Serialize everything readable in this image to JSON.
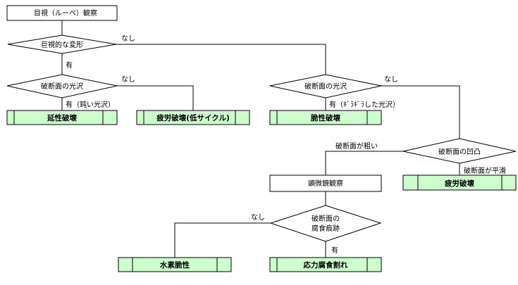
{
  "nodes": {
    "visual_inspection": "目視（ルーペ）観察",
    "macro_deformation": "巨視的な変形",
    "fracture_luster_left": "破断面の光沢",
    "fracture_luster_right": "破断面の光沢",
    "fracture_unevenness": "破断面の凹凸",
    "microscope_observation": "顕微鏡観察",
    "corrosion_line1": "破断面の",
    "corrosion_line2": "腐食痕跡"
  },
  "results": {
    "ductile_fracture": "延性破壊",
    "low_cycle_fatigue": "疲労破壊(低サイクル)",
    "brittle_fracture": "脆性破壊",
    "fatigue_fracture": "疲労破壊",
    "hydrogen_embrittlement": "水素脆性",
    "stress_corrosion_cracking": "応力腐食割れ"
  },
  "edges": {
    "deform_no": "なし",
    "deform_yes": "有",
    "luster_left_no": "なし",
    "luster_left_yes": "有（鈍い光沢）",
    "luster_right_no": "なし",
    "luster_right_yes": "有（ｷﾞﾗｷﾞﾗした光沢）",
    "rough": "破断面が粗い",
    "smooth": "破断面が平滑",
    "corrosion_no": "なし",
    "corrosion_yes": "有"
  },
  "colors": {
    "result_fill": "#ccffcc",
    "line": "#000000"
  }
}
